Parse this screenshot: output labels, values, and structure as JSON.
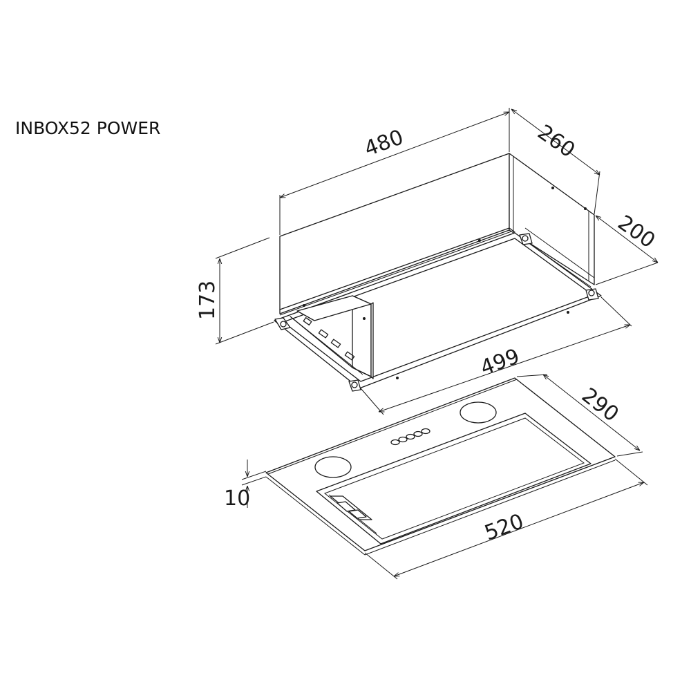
{
  "title": "INBOX52 POWER",
  "dimensions": {
    "top_width": "480",
    "depth_top": "260",
    "side_depth": "200",
    "height": "173",
    "base_width": "499",
    "panel_depth": "290",
    "panel_width": "520",
    "panel_thickness": "10"
  },
  "colors": {
    "line": "#1a1a1a",
    "background": "#ffffff"
  }
}
